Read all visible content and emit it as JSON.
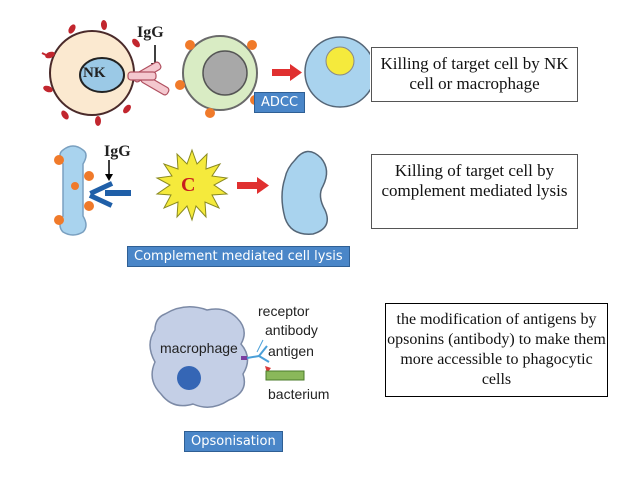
{
  "adcc": {
    "igg_label": "IgG",
    "nk_label": "NK",
    "description": "Killing of target cell by NK cell or macrophage",
    "tag": "ADCC"
  },
  "complement": {
    "igg_label": "IgG",
    "c_label": "C",
    "description": "Killing of target cell by complement mediated lysis",
    "tag": "Complement mediated cell lysis"
  },
  "opsonisation": {
    "labels": {
      "receptor": "receptor",
      "antibody": "antibody",
      "macrophage": "macrophage",
      "antigen": "antigen",
      "bacterium": "bacterium"
    },
    "description": "the modification of antigens by opsonins (antibody) to make them more accessible to phagocytic cells",
    "tag": "Opsonisation"
  },
  "colors": {
    "red": "#e03030",
    "tag_blue": "#4a86c8",
    "cell_blue": "#a9d3ee",
    "yellow": "#f5ea3c",
    "orange": "#f07a2a"
  }
}
